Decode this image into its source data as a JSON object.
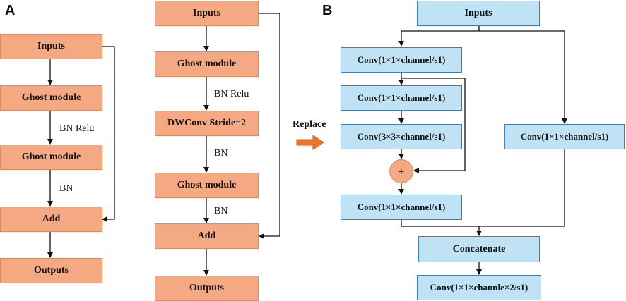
{
  "panels": {
    "a": "A",
    "b": "B"
  },
  "diagram_a1": {
    "inputs": "Inputs",
    "ghost1": "Ghost module",
    "bn_relu": "BN Relu",
    "ghost2": "Ghost module",
    "bn": "BN",
    "add": "Add",
    "outputs": "Outputs"
  },
  "diagram_a2": {
    "inputs": "Inputs",
    "ghost1": "Ghost module",
    "bn_relu": "BN Relu",
    "dwconv": "DWConv Stride=2",
    "bn1": "BN",
    "ghost2": "Ghost module",
    "bn2": "BN",
    "add": "Add",
    "outputs": "Outputs"
  },
  "replace": {
    "label": "Replace"
  },
  "diagram_b": {
    "inputs": "Inputs",
    "conv1": "Conv(1×1×channel/s1)",
    "conv2": "Conv(1×1×channel/s1)",
    "conv3": "Conv(3×3×channel/s1)",
    "plus": "+",
    "conv4": "Conv(1×1×channel/s1)",
    "conv_side": "Conv(1×1×channel/s1)",
    "concat": "Concatenate",
    "conv_out": "Conv(1×1×channle×2/s1)"
  },
  "colors": {
    "orange_fill": "#F4A982",
    "blue_fill": "#BFE2F5",
    "blue_border": "#3E7FB6",
    "arrow_orange": "#E8752A",
    "line": "#111111"
  }
}
